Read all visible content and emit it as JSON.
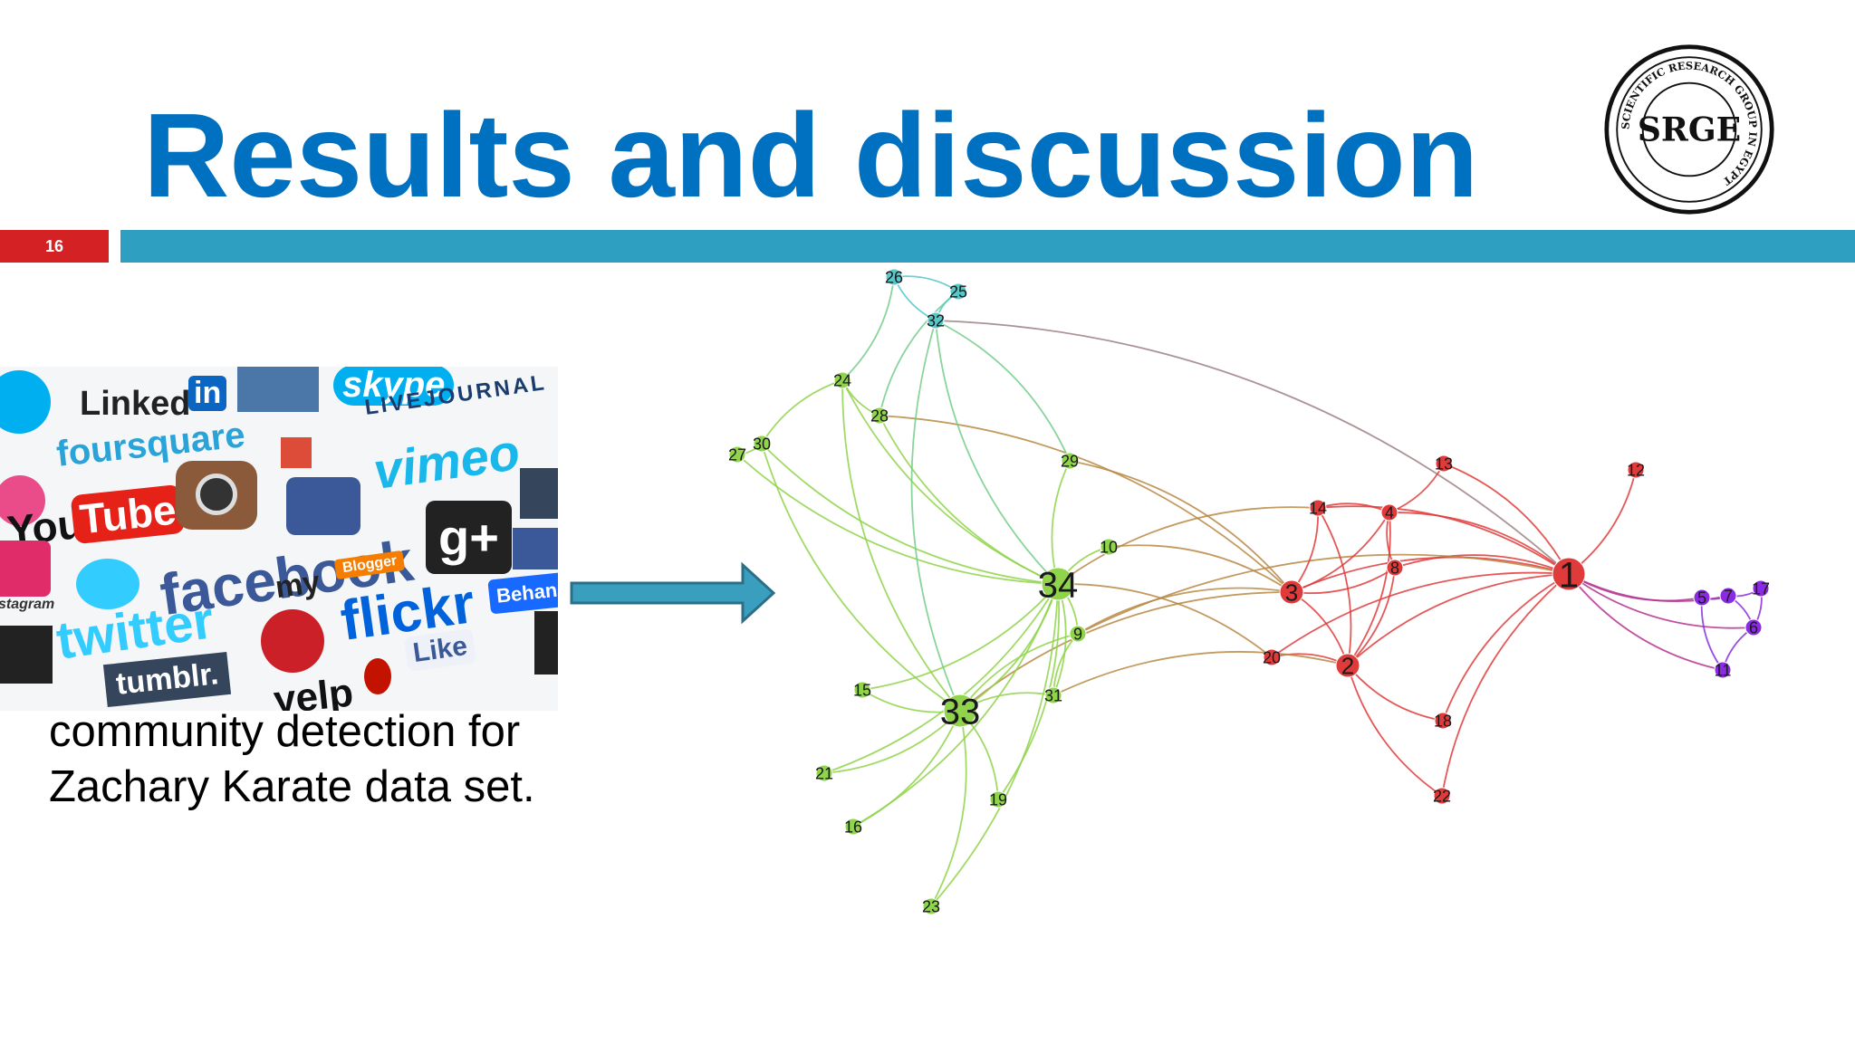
{
  "slide": {
    "title": "Results and discussion",
    "number": "16",
    "caption_lines": [
      "community detection for",
      "Zachary Karate data set."
    ],
    "colors": {
      "title": "#0070c0",
      "rule": "#2e9fc0",
      "slide_number_bg": "#d42224",
      "arrow": "#3a9fbf",
      "arrow_border": "#2a6f87"
    }
  },
  "logo": {
    "text": "SRGE",
    "ring_text": "SCIENTIFIC RESEARCH GROUP IN EGYPT"
  },
  "collage": {
    "items": [
      {
        "text": "Linked",
        "color": "#222222"
      },
      {
        "text": "in",
        "color": "#ffffff"
      },
      {
        "text": "foursquare",
        "color": "#2aa3d8"
      },
      {
        "text": "LIVEJOURNAL",
        "color": "#1a3c6e"
      },
      {
        "text": "vimeo",
        "color": "#19b7ea"
      },
      {
        "text": "You",
        "color": "#111111"
      },
      {
        "text": "Tube",
        "color": "#ffffff"
      },
      {
        "text": "facebook",
        "color": "#3b5998"
      },
      {
        "text": "g+",
        "color": "#ffffff"
      },
      {
        "text": "Blogger",
        "color": "#ffffff"
      },
      {
        "text": "my",
        "color": "#222222"
      },
      {
        "text": "twitter",
        "color": "#33ccff"
      },
      {
        "text": "flickr",
        "color": "#0063dc"
      },
      {
        "text": "Behance",
        "color": "#ffffff"
      },
      {
        "text": "tumblr.",
        "color": "#ffffff"
      },
      {
        "text": "Like",
        "color": "#3b5998"
      },
      {
        "text": "yelp",
        "color": "#111111"
      },
      {
        "text": "skype",
        "color": "#ffffff"
      },
      {
        "text": "stagram",
        "color": "#333333"
      }
    ]
  },
  "network": {
    "community_colors": {
      "green": "#8fd44a",
      "cyan": "#57c7c9",
      "red": "#e03b3b",
      "purple": "#8a2be2"
    },
    "nodes": [
      {
        "id": "1",
        "group": "red",
        "size": "large"
      },
      {
        "id": "2",
        "group": "red",
        "size": "medium"
      },
      {
        "id": "3",
        "group": "red",
        "size": "medium"
      },
      {
        "id": "4",
        "group": "red",
        "size": "small"
      },
      {
        "id": "5",
        "group": "purple",
        "size": "small"
      },
      {
        "id": "6",
        "group": "purple",
        "size": "small"
      },
      {
        "id": "7",
        "group": "purple",
        "size": "small"
      },
      {
        "id": "8",
        "group": "red",
        "size": "small"
      },
      {
        "id": "9",
        "group": "green",
        "size": "small"
      },
      {
        "id": "10",
        "group": "green",
        "size": "small"
      },
      {
        "id": "11",
        "group": "purple",
        "size": "small"
      },
      {
        "id": "12",
        "group": "red",
        "size": "small"
      },
      {
        "id": "13",
        "group": "red",
        "size": "small"
      },
      {
        "id": "14",
        "group": "red",
        "size": "small"
      },
      {
        "id": "15",
        "group": "green",
        "size": "small"
      },
      {
        "id": "16",
        "group": "green",
        "size": "small"
      },
      {
        "id": "17",
        "group": "purple",
        "size": "small"
      },
      {
        "id": "18",
        "group": "red",
        "size": "small"
      },
      {
        "id": "19",
        "group": "green",
        "size": "small"
      },
      {
        "id": "20",
        "group": "red",
        "size": "small"
      },
      {
        "id": "21",
        "group": "green",
        "size": "small"
      },
      {
        "id": "22",
        "group": "red",
        "size": "small"
      },
      {
        "id": "23",
        "group": "green",
        "size": "small"
      },
      {
        "id": "24",
        "group": "green",
        "size": "small"
      },
      {
        "id": "25",
        "group": "cyan",
        "size": "small"
      },
      {
        "id": "26",
        "group": "cyan",
        "size": "small"
      },
      {
        "id": "27",
        "group": "green",
        "size": "small"
      },
      {
        "id": "28",
        "group": "green",
        "size": "small"
      },
      {
        "id": "29",
        "group": "green",
        "size": "small"
      },
      {
        "id": "30",
        "group": "green",
        "size": "small"
      },
      {
        "id": "31",
        "group": "green",
        "size": "small"
      },
      {
        "id": "32",
        "group": "cyan",
        "size": "small"
      },
      {
        "id": "33",
        "group": "green",
        "size": "large"
      },
      {
        "id": "34",
        "group": "green",
        "size": "large"
      }
    ],
    "edges": [
      [
        "1",
        "2"
      ],
      [
        "1",
        "3"
      ],
      [
        "1",
        "4"
      ],
      [
        "1",
        "5"
      ],
      [
        "1",
        "6"
      ],
      [
        "1",
        "7"
      ],
      [
        "1",
        "8"
      ],
      [
        "1",
        "9"
      ],
      [
        "1",
        "11"
      ],
      [
        "1",
        "12"
      ],
      [
        "1",
        "13"
      ],
      [
        "1",
        "14"
      ],
      [
        "1",
        "18"
      ],
      [
        "1",
        "20"
      ],
      [
        "1",
        "22"
      ],
      [
        "1",
        "32"
      ],
      [
        "2",
        "3"
      ],
      [
        "2",
        "4"
      ],
      [
        "2",
        "8"
      ],
      [
        "2",
        "14"
      ],
      [
        "2",
        "18"
      ],
      [
        "2",
        "20"
      ],
      [
        "2",
        "22"
      ],
      [
        "2",
        "31"
      ],
      [
        "3",
        "4"
      ],
      [
        "3",
        "8"
      ],
      [
        "3",
        "9"
      ],
      [
        "3",
        "10"
      ],
      [
        "3",
        "14"
      ],
      [
        "3",
        "28"
      ],
      [
        "3",
        "29"
      ],
      [
        "3",
        "33"
      ],
      [
        "4",
        "8"
      ],
      [
        "4",
        "13"
      ],
      [
        "4",
        "14"
      ],
      [
        "5",
        "7"
      ],
      [
        "5",
        "11"
      ],
      [
        "6",
        "7"
      ],
      [
        "6",
        "11"
      ],
      [
        "6",
        "17"
      ],
      [
        "7",
        "17"
      ],
      [
        "9",
        "31"
      ],
      [
        "9",
        "33"
      ],
      [
        "9",
        "34"
      ],
      [
        "10",
        "34"
      ],
      [
        "14",
        "34"
      ],
      [
        "15",
        "33"
      ],
      [
        "15",
        "34"
      ],
      [
        "16",
        "33"
      ],
      [
        "16",
        "34"
      ],
      [
        "19",
        "33"
      ],
      [
        "19",
        "34"
      ],
      [
        "20",
        "34"
      ],
      [
        "21",
        "33"
      ],
      [
        "21",
        "34"
      ],
      [
        "23",
        "33"
      ],
      [
        "23",
        "34"
      ],
      [
        "24",
        "26"
      ],
      [
        "24",
        "28"
      ],
      [
        "24",
        "30"
      ],
      [
        "24",
        "33"
      ],
      [
        "24",
        "34"
      ],
      [
        "25",
        "26"
      ],
      [
        "25",
        "28"
      ],
      [
        "25",
        "32"
      ],
      [
        "26",
        "32"
      ],
      [
        "27",
        "30"
      ],
      [
        "27",
        "34"
      ],
      [
        "28",
        "34"
      ],
      [
        "29",
        "32"
      ],
      [
        "29",
        "34"
      ],
      [
        "30",
        "33"
      ],
      [
        "30",
        "34"
      ],
      [
        "31",
        "33"
      ],
      [
        "31",
        "34"
      ],
      [
        "32",
        "33"
      ],
      [
        "32",
        "34"
      ],
      [
        "33",
        "34"
      ]
    ]
  }
}
